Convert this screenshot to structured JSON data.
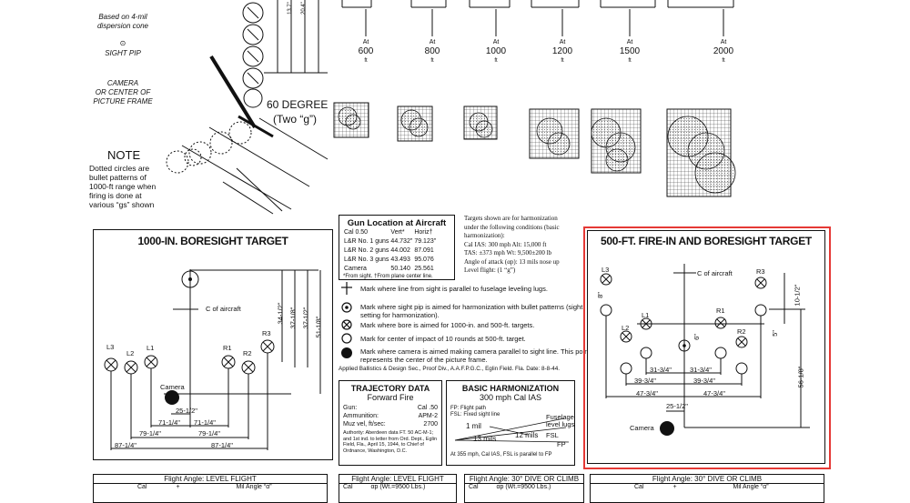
{
  "top_left": {
    "pattern_note1": "Based on 4-mil",
    "pattern_note2": "dispersion cone",
    "sight_pip": "SIGHT PIP",
    "camera1": "CAMERA",
    "camera2": "OR CENTER OF",
    "camera3": "PICTURE FRAME",
    "note_title": "NOTE",
    "note_lines": [
      "Dotted circles are",
      "bullet patterns of",
      "1000-ft range when",
      "firing is done at",
      "various “gs” shown"
    ],
    "sixty_degree": "60 DEGREE",
    "two_g": "(Two “g”)"
  },
  "ranges": [
    {
      "at": "At",
      "value": "600",
      "unit": "ft"
    },
    {
      "at": "At",
      "value": "800",
      "unit": "ft"
    },
    {
      "at": "At",
      "value": "1000",
      "unit": "ft"
    },
    {
      "at": "At",
      "value": "1200",
      "unit": "ft"
    },
    {
      "at": "At",
      "value": "1500",
      "unit": "ft"
    },
    {
      "at": "At",
      "value": "2000",
      "unit": "ft"
    }
  ],
  "gun_location": {
    "title": "Gun Location at Aircraft",
    "header": [
      "Cal 0.50",
      "Vert*",
      "Horiz†"
    ],
    "rows": [
      [
        "L&R No. 1 guns",
        "44.732\"",
        "79.123\""
      ],
      [
        "L&R No. 2 guns",
        "44.002",
        "87.091"
      ],
      [
        "L&R No. 3 guns",
        "43.493",
        "95.076"
      ],
      [
        "Camera",
        "50.140",
        "25.561"
      ]
    ],
    "footnote": "*From sight.  †From plane center line."
  },
  "conditions": {
    "lines": [
      "Targets shown are for harmonization",
      "under the following conditions (basic",
      "harmonization):",
      "Cal IAS: 300 mph      Alt: 15,000 ft",
      "TAS: ±373 mph   Wt: 9,500±200 lb",
      "Angle of attack (αp): 13 mils nose up",
      "Level flight: (1 “g”)"
    ]
  },
  "legend": [
    "Mark where line from sight is parallel to fuselage leveling lugs.",
    "Mark where sight pip is aimed for harmonization with bullet patterns (sight setting for harmonization).",
    "Mark where bore is aimed for 1000-in. and 500-ft. targets.",
    "Mark for center of impact of 10 rounds at 500-ft. target.",
    "Mark where camera is aimed making camera parallel to sight line. This point represents the center of the picture frame."
  ],
  "applied_ballistics": "Applied Ballistics & Design Sec., Proof Div., A.A.F.P.G.C., Eglin Field. Fla. Date: 8-8-44.",
  "target_1000": {
    "title": "1000-IN. BORESIGHT TARGET",
    "c_of_aircraft": "C of aircraft",
    "camera": "Camera",
    "labels": [
      "L3",
      "L2",
      "L1",
      "R1",
      "R2",
      "R3"
    ],
    "dims": [
      "25-1/2\"",
      "71-1/4\"",
      "71-1/4\"",
      "79-1/4\"",
      "79-1/4\"",
      "87-1/4\"",
      "87-1/4\"",
      "34-1/2\"",
      "37-1/8\"",
      "37-1/2\"",
      "51-1/8\""
    ]
  },
  "trajectory": {
    "title1": "TRAJECTORY DATA",
    "title2": "Forward Fire",
    "rows": [
      [
        "Gun:",
        "Cal .50"
      ],
      [
        "Ammunition:",
        "APM-2"
      ],
      [
        "Muz vel, ft/sec:",
        "2700"
      ]
    ],
    "authority": "Authority: Aberdeen data FT. 50 AC-M-1; and 1st ind. to letter from Ord. Dept., Eglin Field, Fla., April 15, 1944, to Chief of Ordnance, Washington, D.C."
  },
  "basic_harm": {
    "title1": "BASIC HARMONIZATION",
    "title2": "300 mph Cal IAS",
    "fp": "FP: Flight path",
    "fsl": "FSL: Fixed sight line",
    "one_mil": "1 mil",
    "fuselage": "Fuselage",
    "level_lugs": "level lugs",
    "mils_13": "13 mils",
    "mils_12": "12 mils",
    "fsl_label": "FSL",
    "fp_label": "FP",
    "footer": "At 355 mph, Cal IAS, FSL is parallel to FP"
  },
  "target_500": {
    "title": "500-FT. FIRE-IN AND BORESIGHT TARGET",
    "c_of_aircraft": "C of aircraft",
    "camera": "Camera",
    "labels": [
      "L3",
      "L2",
      "L1",
      "R1",
      "R2",
      "R3"
    ],
    "dims": [
      "31-3/4\"",
      "31-3/4\"",
      "39-3/4\"",
      "39-3/4\"",
      "47-3/4\"",
      "47-3/4\"",
      "25-1/2\"",
      "10-1/2\"",
      "56-1/8\"",
      "8\"",
      "6\"",
      "5\""
    ]
  },
  "bottom_tables": [
    {
      "title": "Flight Angle: LEVEL FLIGHT",
      "c1": "Cal",
      "c2": "+",
      "c3": "Mil Angle “α”"
    },
    {
      "title": "Flight Angle: LEVEL FLIGHT",
      "c1": "Cal",
      "c2": "αp (Wt.=9500 Lbs.)"
    },
    {
      "title": "Flight Angle: 30° DIVE OR CLIMB",
      "c1": "Cal",
      "c2": "αp (Wt.=9500 Lbs.)"
    },
    {
      "title": "Flight Angle: 30° DIVE OR CLIMB",
      "c1": "Cal",
      "c2": "+",
      "c3": "Mil Angle “α”"
    }
  ],
  "colors": {
    "highlight": "#e53935",
    "ink": "#111111",
    "dot": "#555555"
  }
}
